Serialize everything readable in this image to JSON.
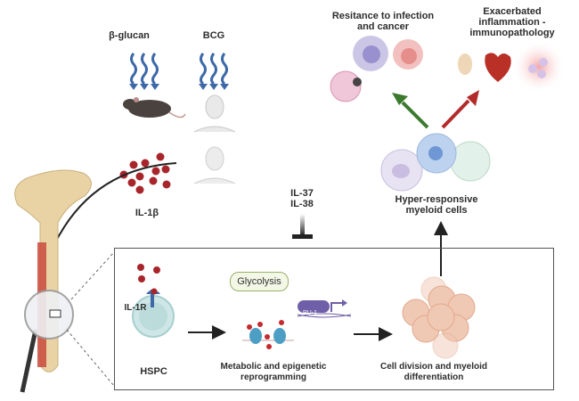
{
  "stimuli": {
    "beta_glucan": "β-glucan",
    "bcg": "BCG"
  },
  "cytokine": "IL-1β",
  "inhibitors": {
    "line1": "IL-37",
    "line2": "IL-38"
  },
  "process": {
    "receptor": "IL-1R",
    "hspc": "HSPC",
    "glycolysis": "Glycolysis",
    "pu1": "PU-1",
    "reprogramming_line1": "Metabolic and epigenetic",
    "reprogramming_line2": "reprogramming",
    "division_line1": "Cell division and myeloid",
    "division_line2": "differentiation"
  },
  "myeloid": {
    "line1": "Hyper-responsive",
    "line2": "myeloid cells"
  },
  "outcomes": {
    "resistance_line1": "Resitance to infection",
    "resistance_line2": "and cancer",
    "inflammation_line1": "Exacerbated",
    "inflammation_line2": "inflammation -",
    "inflammation_line3": "immunopathology"
  },
  "colors": {
    "arrow_blue": "#3d68a8",
    "il1b_red": "#a8262b",
    "green_arrow": "#3c7a2e",
    "red_arrow": "#b22a2a",
    "bone": "#e9d3a5",
    "marrow": "#c94a3c"
  }
}
